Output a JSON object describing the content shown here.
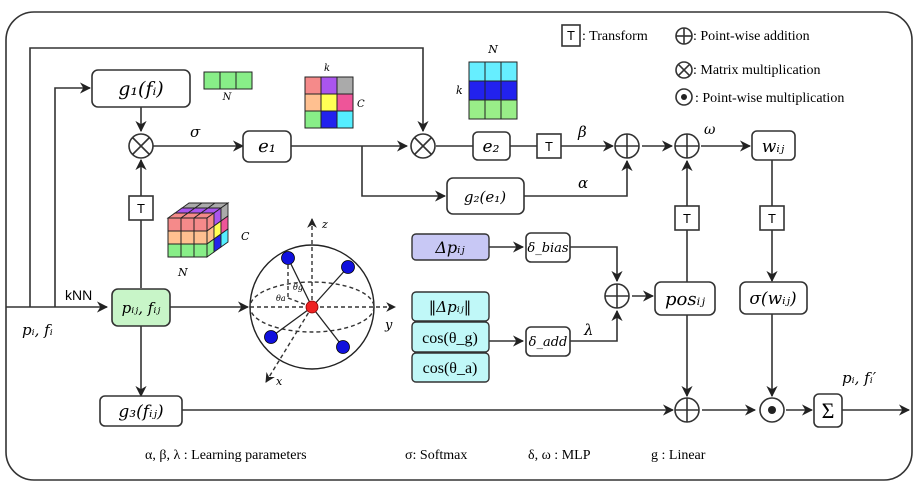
{
  "legend_top": {
    "transform_symbol": "T",
    "transform_label": ": Transform",
    "addition_label": ": Point-wise addition",
    "matmul_label": ": Matrix multiplication",
    "pointwise_mult_label": ": Point-wise multiplication"
  },
  "legend_bottom": {
    "params": "α, β, λ :  Learning parameters",
    "softmax": "σ:  Softmax",
    "mlp": "δ, ω :  MLP",
    "linear": "g :  Linear"
  },
  "nodes": {
    "g1": "g₁(fᵢ)",
    "e1": "e₁",
    "e2": "e₂",
    "g2": "g₂(e₁)",
    "wij": "wᵢⱼ",
    "sigma_wij": "σ(wᵢⱼ)",
    "pij_fij": "pᵢⱼ, fᵢⱼ",
    "g3": "g₃(fᵢⱼ)",
    "delta_p": "Δpᵢⱼ",
    "norm_delta_p": "‖Δpᵢⱼ‖",
    "cos_g": "cos(θ_g)",
    "cos_a": "cos(θ_a)",
    "delta_bias": "δ_bias",
    "delta_add": "δ_add",
    "pos_ij": "posᵢⱼ",
    "sum": "Σ",
    "transform": "T"
  },
  "edge_labels": {
    "sigma": "σ",
    "beta": "β",
    "alpha": "α",
    "omega": "ω",
    "lambda": "λ",
    "knn": "kNN",
    "input": "pᵢ, fᵢ",
    "output": "pᵢ, fᵢ′"
  },
  "tensor_labels": {
    "vec_n": "N",
    "mat1_k": "k",
    "mat1_c": "C",
    "mat2_n": "N",
    "mat2_k": "k",
    "cube_c": "C",
    "cube_n": "N"
  },
  "axes": {
    "x": "x",
    "y": "y",
    "z": "z",
    "theta_a": "θa",
    "theta_g": "θg"
  },
  "colors": {
    "green_fill": "#90ee90",
    "lavender_fill": "#c8c8f5",
    "cyan_fill": "#c0f8f8",
    "point_blue": "#1010dd",
    "point_red": "#ee2222",
    "mat1": [
      "#f58a8a",
      "#aa55ee",
      "#aaaaaa",
      "#ffc090",
      "#ffff55",
      "#ee5599",
      "#88ee88",
      "#2222ee",
      "#55eeff"
    ],
    "mat2_rows": [
      "#66eeff",
      "#2222ee",
      "#99ee88"
    ],
    "vec": "#88ee88"
  }
}
